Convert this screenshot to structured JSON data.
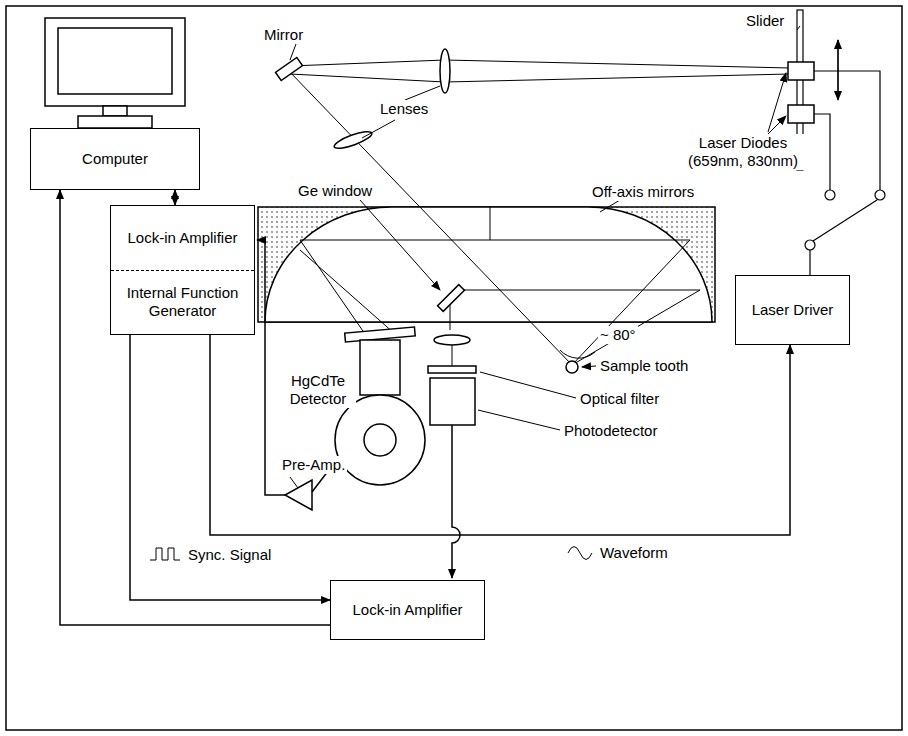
{
  "diagram": {
    "nodes": [
      {
        "text": [
          "Computer"
        ]
      },
      {
        "text": [
          "Lock-in Amplifier",
          "Internal Function Generator"
        ]
      },
      {
        "text": [
          "Laser Driver"
        ]
      },
      {
        "text": [
          "Lock-in Amplifier"
        ]
      }
    ],
    "edges": [
      {
        "from": 0,
        "to": 1,
        "arrow": "both"
      },
      {
        "from": 1,
        "to": 3,
        "arrow": "to",
        "label": "Sync. Signal"
      },
      {
        "from": 1,
        "to": 2,
        "arrow": "to",
        "label": "Waveform"
      },
      {
        "from": 3,
        "to": 0,
        "arrow": "to"
      }
    ],
    "labels": [
      "Slider",
      "Mirror",
      "Lenses",
      "Laser Diodes (659nm, 830nm)",
      "Ge window",
      "Off-axis mirrors",
      "~ 80°",
      "Sample tooth",
      "Optical filter",
      "Photodetector",
      "HgCdTe Detector",
      "Pre-Amp."
    ]
  }
}
